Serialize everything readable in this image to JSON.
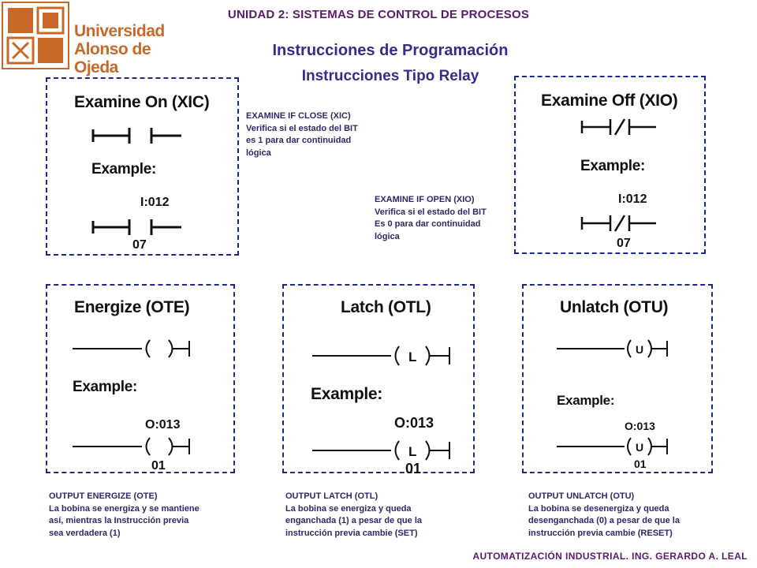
{
  "header": {
    "unit_title": "UNIDAD 2: SISTEMAS DE CONTROL DE PROCESOS",
    "title": "Instrucciones de Programación",
    "subtitle": "Instrucciones Tipo Relay"
  },
  "logo": {
    "line1": "Universidad",
    "line2": "Alonso de Ojeda",
    "icon": "university-emblem",
    "color": "#c8692a"
  },
  "panels": {
    "xic": {
      "title": "Examine On (XIC)",
      "example": "Example:",
      "address": "I:012",
      "bit": "07"
    },
    "xio": {
      "title": "Examine Off (XIO)",
      "example": "Example:",
      "address": "I:012",
      "bit": "07"
    },
    "ote": {
      "title": "Energize (OTE)",
      "example": "Example:",
      "address": "O:013",
      "bit": "01"
    },
    "otl": {
      "title": "Latch (OTL)",
      "example": "Example:",
      "address": "O:013",
      "bit": "01",
      "coil_letter": "L"
    },
    "otu": {
      "title": "Unlatch (OTU)",
      "example": "Example:",
      "address": "O:013",
      "bit": "01",
      "coil_letter": "U"
    }
  },
  "notes": {
    "xic": [
      "EXAMINE IF CLOSE (XIC)",
      "Verifica si el estado del BIT",
      "es  1  para  dar continuidad",
      "lógica"
    ],
    "xio": [
      "EXAMINE IF OPEN (XIO)",
      "Verifica si el estado del BIT",
      "Es  0  para dar continuidad",
      "lógica"
    ],
    "ote": [
      "OUTPUT ENERGIZE (OTE)",
      "La bobina se energiza y se mantiene",
      "así, mientras la  Instrucción previa",
      "sea verdadera (1)"
    ],
    "otl": [
      "OUTPUT LATCH (OTL)",
      "La bobina se energiza y queda",
      "enganchada (1) a pesar de que la",
      "instrucción previa cambie (SET)"
    ],
    "otu": [
      "OUTPUT UNLATCH  (OTU)",
      "La bobina se desenergiza y queda",
      "desenganchada  (0) a pesar de que la",
      "instrucción previa cambie (RESET)"
    ]
  },
  "footer": "AUTOMATIZACIÓN  INDUSTRIAL.  ING.  GERARDO  A.  LEAL",
  "colors": {
    "title": "#3a2a8a",
    "unit_title": "#5a1a6e",
    "panel_border": "#1c2a8c",
    "note_text": "#2a2a6a"
  }
}
